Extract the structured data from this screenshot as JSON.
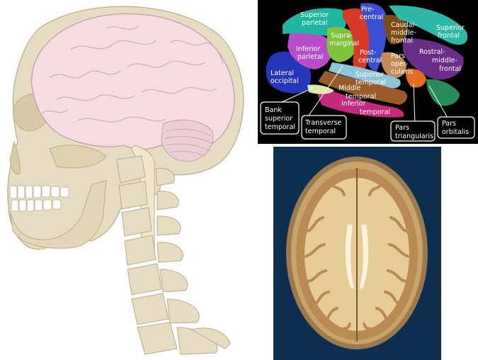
{
  "parcellation": {
    "labels": {
      "superior_parietal": [
        "Superior",
        "parietal"
      ],
      "precentral": [
        "Pre-",
        "central"
      ],
      "caudal_middle_frontal": [
        "Caudal-",
        "middle-",
        "frontal"
      ],
      "superior_frontal": [
        "Superior",
        "frontal"
      ],
      "supramarginal": [
        "Supra-",
        "marginal"
      ],
      "inferior_parietal": [
        "Inferior",
        "parietal"
      ],
      "postcentral": [
        "Post-",
        "central"
      ],
      "pars_opercularis": [
        "Pars",
        "oper-",
        "cularis"
      ],
      "rostral_middle_frontal": [
        "Rostral-",
        "middle-",
        "frontal"
      ],
      "lateral_occipital": [
        "Lateral",
        "occipital"
      ],
      "superior_temporal": [
        "Superior",
        "temporal"
      ],
      "middle_temporal": [
        "Middle",
        "temporal"
      ],
      "inferior_temporal": [
        "Inferior",
        "temporal"
      ]
    },
    "callouts": {
      "bank_superior_temporal": [
        "Bank",
        "superior",
        "temporal"
      ],
      "transverse_temporal": [
        "Transverse",
        "temporal"
      ],
      "pars_triangularis": [
        "Pars",
        "triangularis"
      ],
      "pars_orbitalis": [
        "Pars",
        "orbitalis"
      ]
    },
    "region_colors": {
      "superior_parietal": "#1fb5a0",
      "precentral": "#3d4fd1",
      "postcentral": "#d83a2a",
      "caudal_middle_frontal": "#7a4a12",
      "superior_frontal": "#2fb8a8",
      "supramarginal": "#7fc23c",
      "inferior_parietal": "#b64fc7",
      "pars_opercularis": "#c58a5a",
      "rostral_middle_frontal": "#6a2d88",
      "lateral_occipital": "#2535b8",
      "superior_temporal": "#8fc3d8",
      "middle_temporal": "#9a5a2a",
      "inferior_temporal": "#c42a7c",
      "pars_triangularis": "#e06d20",
      "pars_orbitalis": "#2a8a5a",
      "bank_superior_temporal": "#dfe8a8"
    }
  },
  "head_illustration": {
    "colors": {
      "brain": "#f5dde2",
      "skull": "#e6dcc2",
      "cerebellum": "#ead0d4",
      "spinal_cord": "#f0e8c8"
    }
  },
  "axial_slice": {
    "colors": {
      "background": "#0d2e4f",
      "white_matter": "#e6cc97",
      "gray_matter": "#b88a55",
      "skull": "#9a7a4e"
    }
  }
}
